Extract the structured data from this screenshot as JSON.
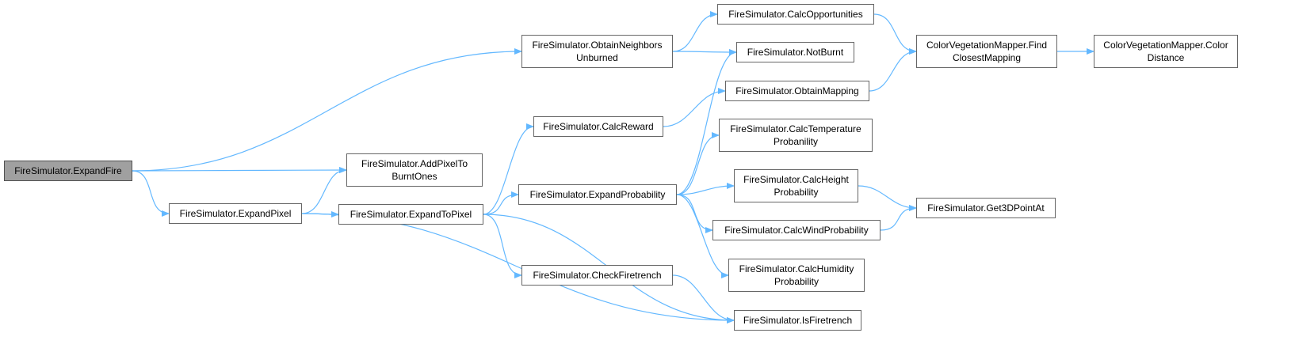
{
  "diagram": {
    "edge_color": "#63b8ff",
    "root_fill": "#a0a0a0",
    "nodes": [
      {
        "id": "expandfire",
        "lines": [
          "FireSimulator.ExpandFire"
        ],
        "root": true
      },
      {
        "id": "neighbors",
        "lines": [
          "FireSimulator.ObtainNeighbors",
          "Unburned"
        ]
      },
      {
        "id": "addpixel",
        "lines": [
          "FireSimulator.AddPixelTo",
          "BurntOnes"
        ]
      },
      {
        "id": "expandpixel",
        "lines": [
          "FireSimulator.ExpandPixel"
        ]
      },
      {
        "id": "calcopp",
        "lines": [
          "FireSimulator.CalcOpportunities"
        ]
      },
      {
        "id": "notburnt",
        "lines": [
          "FireSimulator.NotBurnt"
        ]
      },
      {
        "id": "findclosest",
        "lines": [
          "ColorVegetationMapper.Find",
          "ClosestMapping"
        ]
      },
      {
        "id": "colordist",
        "lines": [
          "ColorVegetationMapper.Color",
          "Distance"
        ]
      },
      {
        "id": "expandtopixel",
        "lines": [
          "FireSimulator.ExpandToPixel"
        ]
      },
      {
        "id": "calcreward",
        "lines": [
          "FireSimulator.CalcReward"
        ]
      },
      {
        "id": "expandprob",
        "lines": [
          "FireSimulator.ExpandProbability"
        ]
      },
      {
        "id": "checkfire",
        "lines": [
          "FireSimulator.CheckFiretrench"
        ]
      },
      {
        "id": "isfire",
        "lines": [
          "FireSimulator.IsFiretrench"
        ]
      },
      {
        "id": "obtainmap",
        "lines": [
          "FireSimulator.ObtainMapping"
        ]
      },
      {
        "id": "calctemp",
        "lines": [
          "FireSimulator.CalcTemperature",
          "Probanility"
        ]
      },
      {
        "id": "calcheight",
        "lines": [
          "FireSimulator.CalcHeight",
          "Probability"
        ]
      },
      {
        "id": "calcwind",
        "lines": [
          "FireSimulator.CalcWindProbability"
        ]
      },
      {
        "id": "calchum",
        "lines": [
          "FireSimulator.CalcHumidity",
          "Probability"
        ]
      },
      {
        "id": "get3d",
        "lines": [
          "FireSimulator.Get3DPointAt"
        ]
      }
    ],
    "edges": [
      {
        "from": "expandfire",
        "to": "neighbors"
      },
      {
        "from": "expandfire",
        "to": "addpixel"
      },
      {
        "from": "expandfire",
        "to": "expandpixel"
      },
      {
        "from": "expandpixel",
        "to": "addpixel"
      },
      {
        "from": "expandpixel",
        "to": "expandtopixel"
      },
      {
        "from": "expandpixel",
        "to": "isfire"
      },
      {
        "from": "neighbors",
        "to": "calcopp"
      },
      {
        "from": "neighbors",
        "to": "notburnt"
      },
      {
        "from": "calcopp",
        "to": "findclosest"
      },
      {
        "from": "findclosest",
        "to": "colordist"
      },
      {
        "from": "obtainmap",
        "to": "findclosest"
      },
      {
        "from": "expandtopixel",
        "to": "calcreward"
      },
      {
        "from": "expandtopixel",
        "to": "expandprob"
      },
      {
        "from": "expandtopixel",
        "to": "checkfire"
      },
      {
        "from": "expandtopixel",
        "to": "isfire"
      },
      {
        "from": "calcreward",
        "to": "obtainmap"
      },
      {
        "from": "expandprob",
        "to": "notburnt"
      },
      {
        "from": "expandprob",
        "to": "calctemp"
      },
      {
        "from": "expandprob",
        "to": "calcheight"
      },
      {
        "from": "expandprob",
        "to": "calcwind"
      },
      {
        "from": "expandprob",
        "to": "calchum"
      },
      {
        "from": "calcheight",
        "to": "get3d"
      },
      {
        "from": "calcwind",
        "to": "get3d"
      },
      {
        "from": "checkfire",
        "to": "isfire"
      }
    ]
  }
}
